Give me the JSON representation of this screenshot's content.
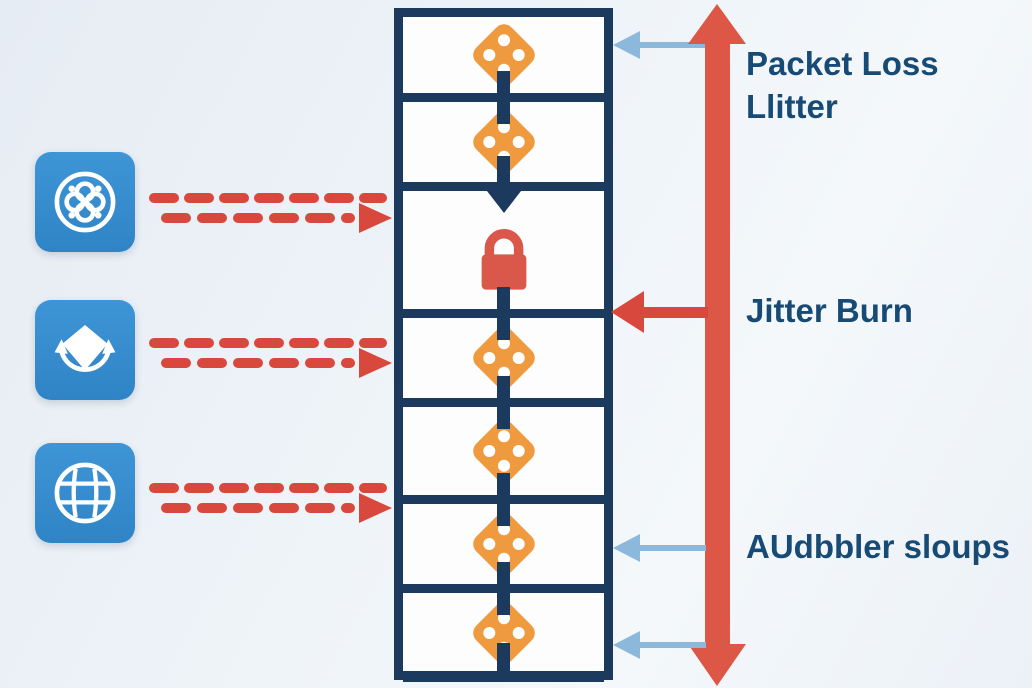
{
  "labels": {
    "packet_loss_line1": "Packet Loss",
    "packet_loss_line2": "Llitter",
    "jitter_burn": "Jitter Burn",
    "audbbler": "AUdbbler sloups"
  },
  "left_icons": [
    {
      "name": "clover-network-icon"
    },
    {
      "name": "diamond-refresh-icon"
    },
    {
      "name": "globe-grid-icon"
    }
  ],
  "stack_cells": [
    {
      "icon": "die-icon"
    },
    {
      "icon": "die-icon"
    },
    {
      "icon": "lock-icon"
    },
    {
      "icon": "die-icon"
    },
    {
      "icon": "die-icon"
    },
    {
      "icon": "die-icon"
    },
    {
      "icon": "die-icon"
    }
  ],
  "colors": {
    "navy": "#1c3a5e",
    "orange": "#f09a40",
    "coral_lock": "#d9584a",
    "red_arrow": "#d8483c",
    "red_bar": "#dd5746",
    "light_blue": "#8cb8dc",
    "icon_blue": "#3389cb",
    "label_text": "#174a74"
  }
}
